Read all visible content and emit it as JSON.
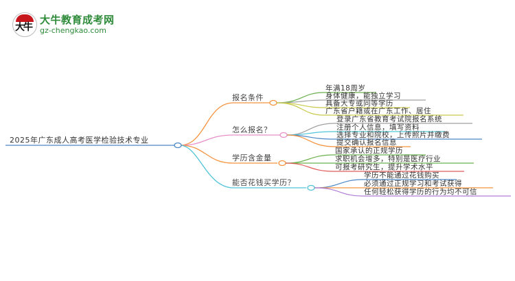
{
  "logo": {
    "title": "大牛教育成考网",
    "url": "gz-chengkao.com",
    "badge_glyph": "大牛",
    "color": "#2e8b3a"
  },
  "mindmap": {
    "root": {
      "label": "2025年广东成人高考医学检验技术专业",
      "color": "#4a86c5"
    },
    "branches": [
      {
        "label": "报名条件",
        "color": "#f5923e",
        "children": [
          {
            "label": "年满18周岁",
            "color": "#6ab04c"
          },
          {
            "label": "身体健康，能独立学习",
            "color": "#a0a0a0"
          },
          {
            "label": "具备大专或同等学历",
            "color": "#c9c94a"
          },
          {
            "label": "广东省户籍或在广东工作、居住",
            "color": "#c9c94a"
          }
        ]
      },
      {
        "label": "怎么报名？",
        "color": "#e88fc8",
        "children": [
          {
            "label": "登录广东省教育考试院报名系统",
            "color": "#a0a0a0"
          },
          {
            "label": "注册个人信息，填写资料",
            "color": "#4fc3d9"
          },
          {
            "label": "选择专业和院校，上传照片并缴费",
            "color": "#4a86c5"
          },
          {
            "label": "提交确认报名信息",
            "color": "#f5923e"
          }
        ]
      },
      {
        "label": "学历含金量",
        "color": "#f5923e",
        "children": [
          {
            "label": "国家承认的正规学历",
            "color": "#6ab04c"
          },
          {
            "label": "求职机会增多，特别是医疗行业",
            "color": "#6ab04c"
          },
          {
            "label": "可报考研究生，提升学术水平",
            "color": "#e05a5a"
          }
        ]
      },
      {
        "label": "能否花钱买学历？",
        "color": "#4fc3d9",
        "children": [
          {
            "label": "学历不能通过花钱购买",
            "color": "#4a86c5"
          },
          {
            "label": "必须通过正规学习和考试获得",
            "color": "#f5923e"
          },
          {
            "label": "任何轻松获得学历的行为均不可信",
            "color": "#b07cd6"
          }
        ]
      }
    ]
  }
}
